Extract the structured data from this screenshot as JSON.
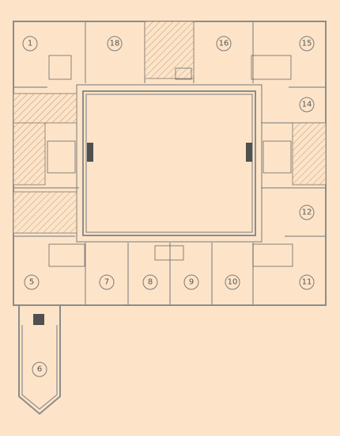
{
  "colors": {
    "background": "#fde4c8",
    "wall": "#8c8c8c",
    "room_fill": "#fde4c8",
    "hatch": "#b89a7c",
    "stair": "#505050"
  },
  "rooms": [
    {
      "id": "room-1",
      "label": "1"
    },
    {
      "id": "room-5",
      "label": "5"
    },
    {
      "id": "room-6",
      "label": "6"
    },
    {
      "id": "room-7",
      "label": "7"
    },
    {
      "id": "room-8",
      "label": "8"
    },
    {
      "id": "room-9",
      "label": "9"
    },
    {
      "id": "room-10",
      "label": "10"
    },
    {
      "id": "room-11",
      "label": "11"
    },
    {
      "id": "room-12",
      "label": "12"
    },
    {
      "id": "room-14",
      "label": "14"
    },
    {
      "id": "room-15",
      "label": "15"
    },
    {
      "id": "room-16",
      "label": "16"
    },
    {
      "id": "room-18",
      "label": "18"
    }
  ]
}
